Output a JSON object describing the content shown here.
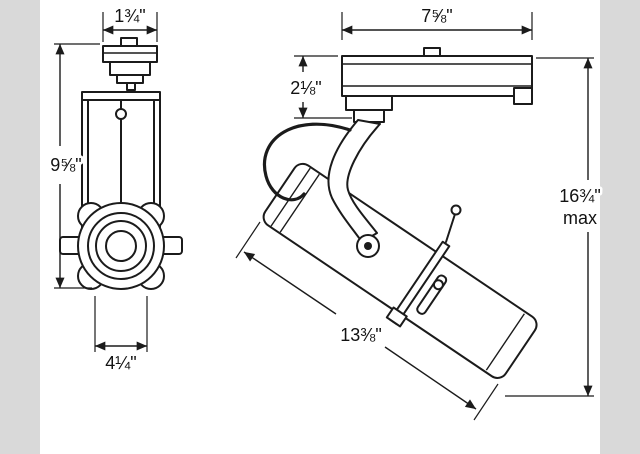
{
  "front_view": {
    "adapter_width": "1¾\"",
    "overall_height": "9⅝\"",
    "head_width": "4¼\""
  },
  "side_view": {
    "track_length": "7⅝\"",
    "drop_height": "2⅛\"",
    "max_height": "16¾\"",
    "max_height_qualifier": "max",
    "body_length": "13⅜\""
  },
  "colors": {
    "line": "#1b1b1b",
    "background": "#ffffff",
    "matte": "#d9d9d9"
  }
}
